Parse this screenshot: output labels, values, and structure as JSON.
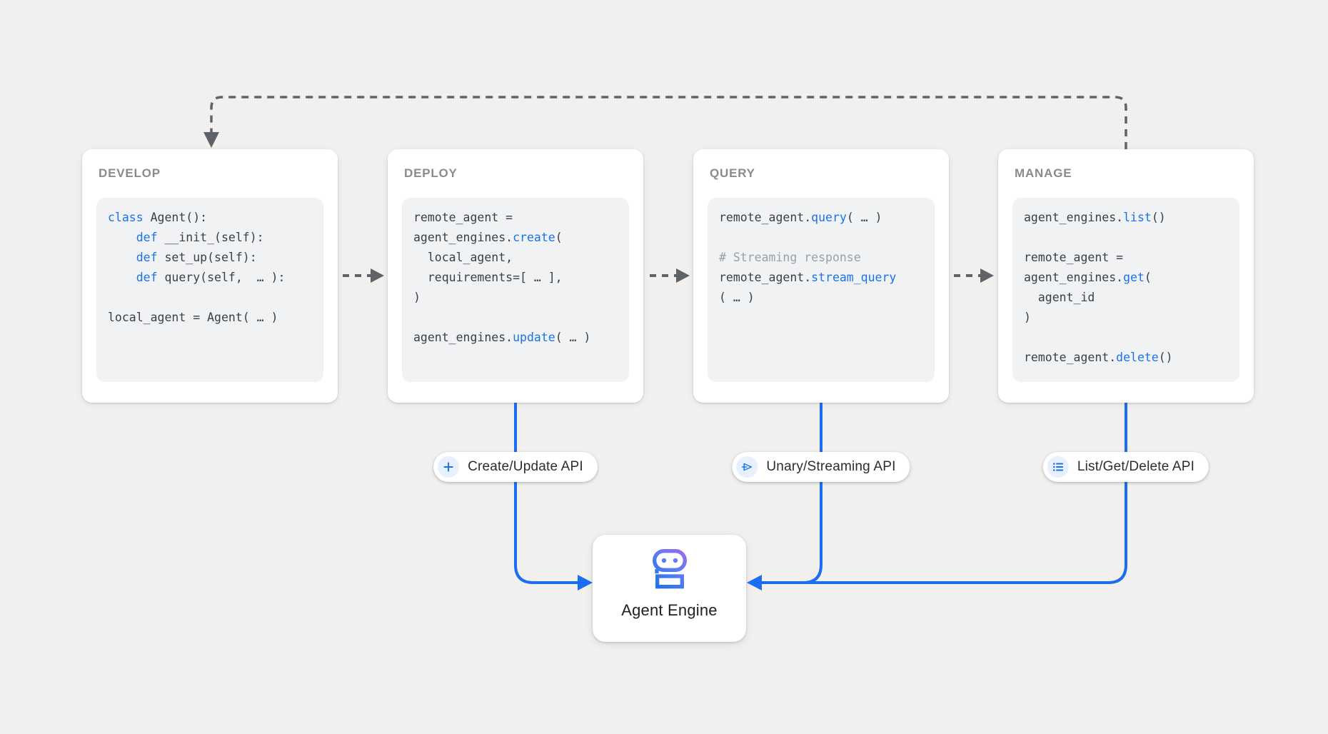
{
  "colors": {
    "background": "#f1f0ee",
    "card_bg": "#ffffff",
    "code_bg": "#f0f2f4",
    "code_text": "#3c4043",
    "code_keyword_blue": "#1a73e8",
    "code_comment_gray": "#9aa0a6",
    "title_gray": "#878c91",
    "dashed_arrow_gray": "#5f6368",
    "connector_blue": "#1b6ef3",
    "pill_icon_bg": "#e8f0fe",
    "robot_gradient_start": "#1a73e8",
    "robot_gradient_end": "#a168f2"
  },
  "stages": [
    {
      "id": "develop",
      "title": "DEVELOP",
      "code": [
        [
          {
            "t": "class",
            "s": "b"
          },
          {
            "t": " Agent():",
            "s": "p"
          }
        ],
        [
          {
            "t": "    ",
            "s": "p"
          },
          {
            "t": "def",
            "s": "b"
          },
          {
            "t": " __init_(self):",
            "s": "p"
          }
        ],
        [
          {
            "t": "    ",
            "s": "p"
          },
          {
            "t": "def",
            "s": "b"
          },
          {
            "t": " set_up(self):",
            "s": "p"
          }
        ],
        [
          {
            "t": "    ",
            "s": "p"
          },
          {
            "t": "def",
            "s": "b"
          },
          {
            "t": " query(self,  … ):",
            "s": "p"
          }
        ],
        [],
        [
          {
            "t": "local_agent = Agent( … )",
            "s": "p"
          }
        ]
      ]
    },
    {
      "id": "deploy",
      "title": "DEPLOY",
      "code": [
        [
          {
            "t": "remote_agent =",
            "s": "p"
          }
        ],
        [
          {
            "t": "agent_engines.",
            "s": "p"
          },
          {
            "t": "create",
            "s": "b"
          },
          {
            "t": "(",
            "s": "p"
          }
        ],
        [
          {
            "t": "  local_agent,",
            "s": "p"
          }
        ],
        [
          {
            "t": "  requirements=[ … ],",
            "s": "p"
          }
        ],
        [
          {
            "t": ")",
            "s": "p"
          }
        ],
        [],
        [
          {
            "t": "agent_engines.",
            "s": "p"
          },
          {
            "t": "update",
            "s": "b"
          },
          {
            "t": "( … )",
            "s": "p"
          }
        ]
      ]
    },
    {
      "id": "query",
      "title": "QUERY",
      "code": [
        [
          {
            "t": "remote_agent.",
            "s": "p"
          },
          {
            "t": "query",
            "s": "b"
          },
          {
            "t": "( … )",
            "s": "p"
          }
        ],
        [],
        [
          {
            "t": "# Streaming response",
            "s": "c"
          }
        ],
        [
          {
            "t": "remote_agent.",
            "s": "p"
          },
          {
            "t": "stream_query",
            "s": "b"
          }
        ],
        [
          {
            "t": "( … )",
            "s": "p"
          }
        ]
      ]
    },
    {
      "id": "manage",
      "title": "MANAGE",
      "code": [
        [
          {
            "t": "agent_engines.",
            "s": "p"
          },
          {
            "t": "list",
            "s": "b"
          },
          {
            "t": "()",
            "s": "p"
          }
        ],
        [],
        [
          {
            "t": "remote_agent =",
            "s": "p"
          }
        ],
        [
          {
            "t": "agent_engines.",
            "s": "p"
          },
          {
            "t": "get",
            "s": "b"
          },
          {
            "t": "(",
            "s": "p"
          }
        ],
        [
          {
            "t": "  agent_id",
            "s": "p"
          }
        ],
        [
          {
            "t": ")",
            "s": "p"
          }
        ],
        [],
        [
          {
            "t": "remote_agent.",
            "s": "p"
          },
          {
            "t": "delete",
            "s": "b"
          },
          {
            "t": "()",
            "s": "p"
          }
        ]
      ]
    }
  ],
  "pills": [
    {
      "icon": "plus-icon",
      "label": "Create/Update API"
    },
    {
      "icon": "send-icon",
      "label": "Unary/Streaming API"
    },
    {
      "icon": "list-icon",
      "label": "List/Get/Delete API"
    }
  ],
  "engine": {
    "icon": "robot-icon",
    "label": "Agent Engine"
  },
  "connections": [
    {
      "from": "develop",
      "to": "deploy",
      "style": "dashed-gray"
    },
    {
      "from": "deploy",
      "to": "query",
      "style": "dashed-gray"
    },
    {
      "from": "query",
      "to": "manage",
      "style": "dashed-gray"
    },
    {
      "from": "manage",
      "to": "develop",
      "style": "dashed-gray-loop"
    },
    {
      "from": "deploy",
      "to": "agent-engine",
      "style": "solid-blue"
    },
    {
      "from": "query",
      "to": "agent-engine",
      "style": "solid-blue"
    },
    {
      "from": "manage",
      "to": "agent-engine",
      "style": "solid-blue"
    }
  ]
}
